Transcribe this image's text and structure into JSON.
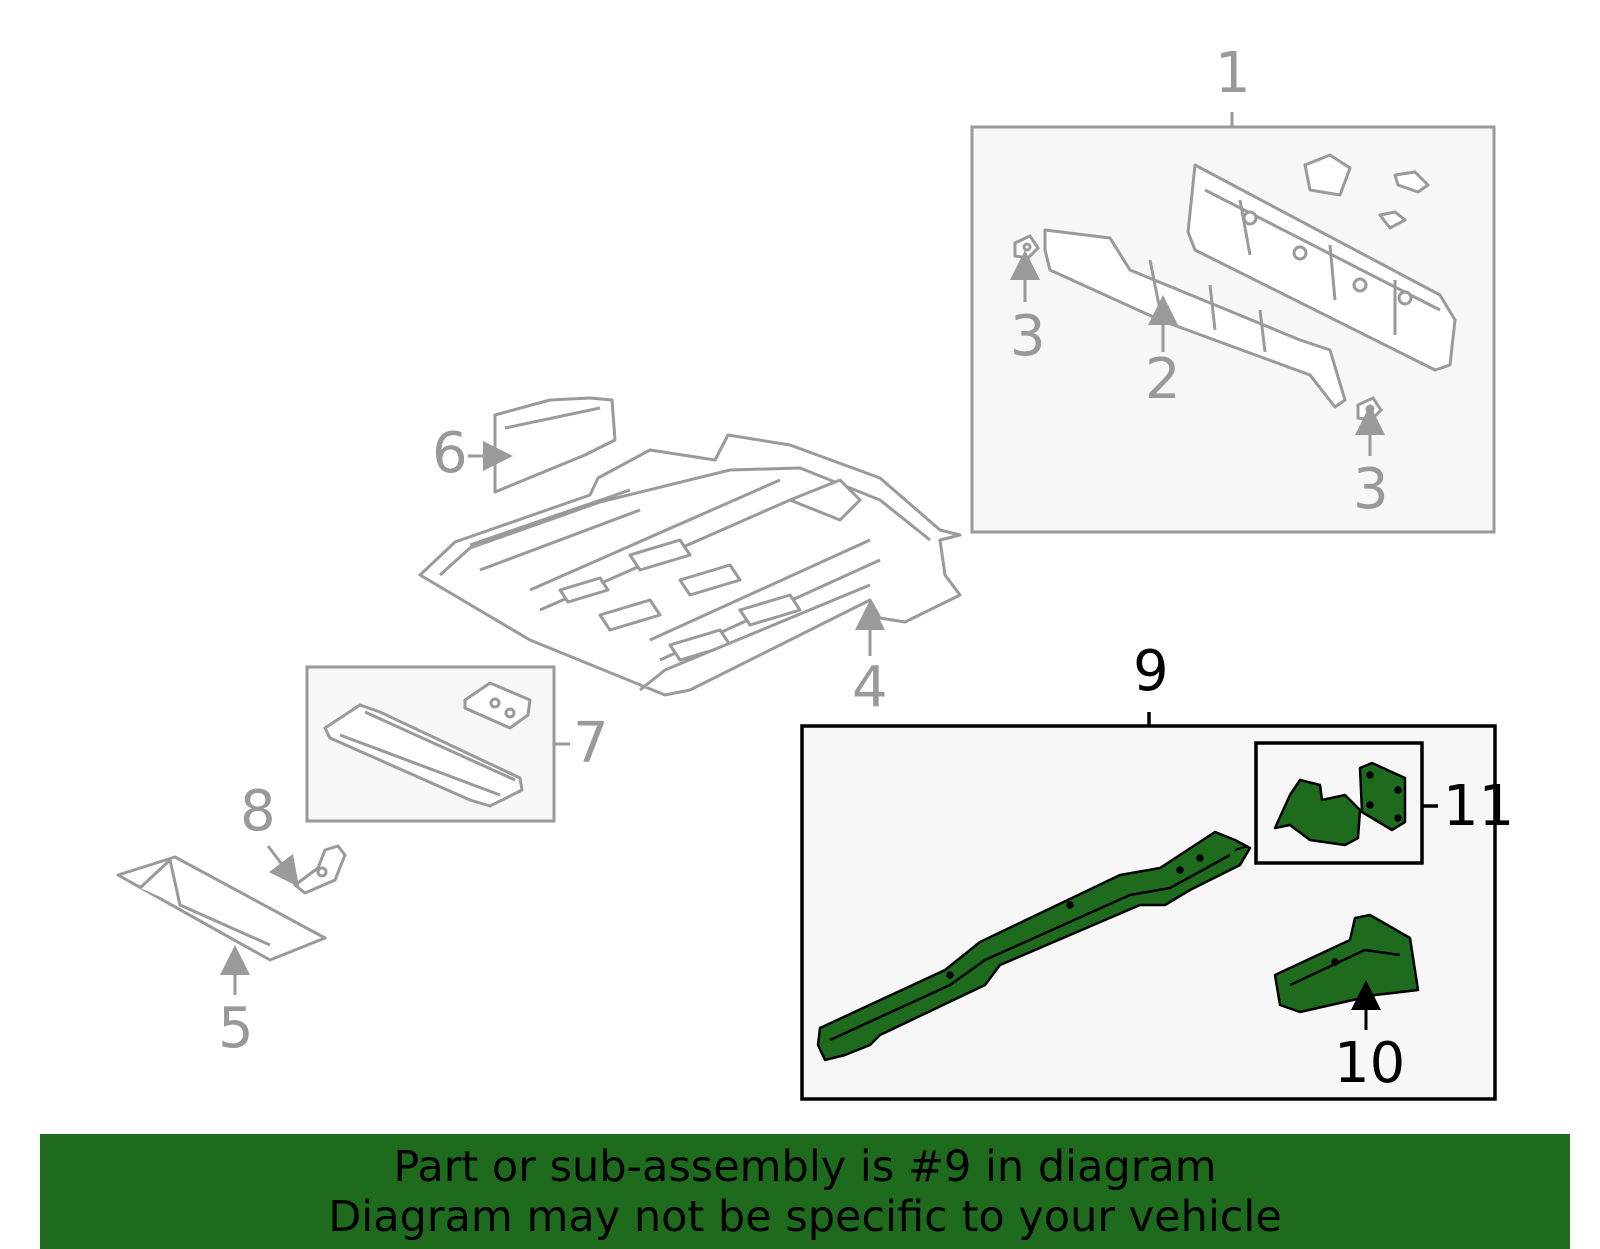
{
  "diagram": {
    "callouts": {
      "c1": "1",
      "c2": "2",
      "c3a": "3",
      "c3b": "3",
      "c4": "4",
      "c5": "5",
      "c6": "6",
      "c7": "7",
      "c8": "8",
      "c9": "9",
      "c10": "10",
      "c11": "11"
    },
    "highlight_callout": "9"
  },
  "banner": {
    "line1": "Part or sub-assembly is #9 in diagram",
    "line2": "Diagram may not be specific to your vehicle"
  },
  "colors": {
    "highlight_fill": "#1e6b1e",
    "part_outline": "#9a9a9a",
    "box_fill": "#f7f7f7",
    "banner_bg": "#1e6b1e"
  }
}
